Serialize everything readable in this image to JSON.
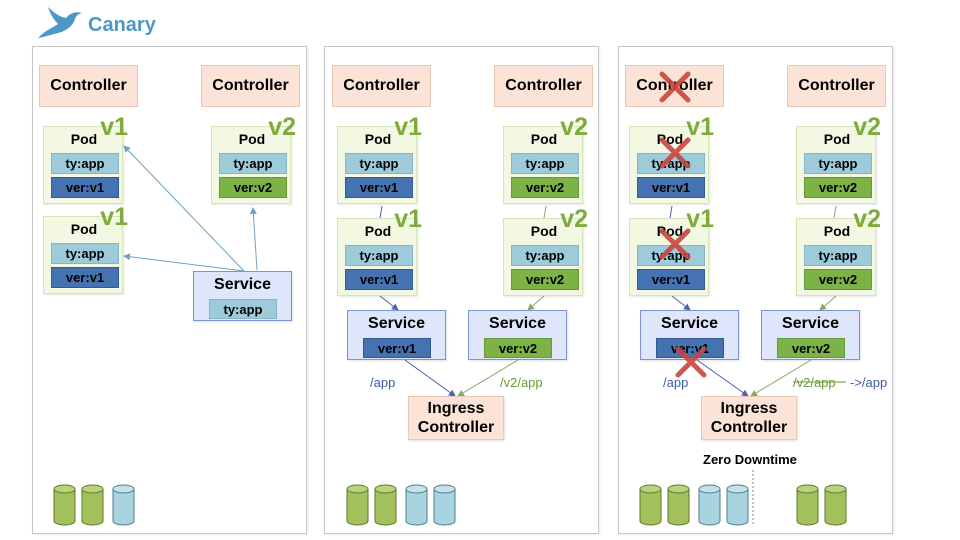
{
  "header": {
    "title": "Canary",
    "logo_icon": "bird-icon"
  },
  "panels": [
    {
      "controllers": [
        "Controller",
        "Controller"
      ],
      "pods": [
        {
          "label": "Pod",
          "version": "v1",
          "labels": [
            "ty:app",
            "ver:v1"
          ]
        },
        {
          "label": "Pod",
          "version": "v1",
          "labels": [
            "ty:app",
            "ver:v1"
          ]
        },
        {
          "label": "Pod",
          "version": "v2",
          "labels": [
            "ty:app",
            "ver:v2"
          ]
        }
      ],
      "service": {
        "title": "Service",
        "selector": "ty:app"
      },
      "databases": [
        "green",
        "green",
        "blue"
      ]
    },
    {
      "controllers": [
        "Controller",
        "Controller"
      ],
      "pods": [
        {
          "label": "Pod",
          "version": "v1",
          "labels": [
            "ty:app",
            "ver:v1"
          ]
        },
        {
          "label": "Pod",
          "version": "v1",
          "labels": [
            "ty:app",
            "ver:v1"
          ]
        },
        {
          "label": "Pod",
          "version": "v2",
          "labels": [
            "ty:app",
            "ver:v2"
          ]
        },
        {
          "label": "Pod",
          "version": "v2",
          "labels": [
            "ty:app",
            "ver:v2"
          ]
        }
      ],
      "services": [
        {
          "title": "Service",
          "selector": "ver:v1"
        },
        {
          "title": "Service",
          "selector": "ver:v2"
        }
      ],
      "ingress": {
        "line1": "Ingress",
        "line2": "Controller"
      },
      "paths": {
        "v1": "/app",
        "v2": "/v2/app"
      },
      "databases": [
        "green",
        "green",
        "blue",
        "blue"
      ]
    },
    {
      "controllers": [
        "Controller",
        "Controller"
      ],
      "pods": [
        {
          "label": "Pod",
          "version": "v1",
          "labels": [
            "ty:app",
            "ver:v1"
          ]
        },
        {
          "label": "Pod",
          "version": "v1",
          "labels": [
            "ty:app",
            "ver:v1"
          ]
        },
        {
          "label": "Pod",
          "version": "v2",
          "labels": [
            "ty:app",
            "ver:v2"
          ]
        },
        {
          "label": "Pod",
          "version": "v2",
          "labels": [
            "ty:app",
            "ver:v2"
          ]
        }
      ],
      "services": [
        {
          "title": "Service",
          "selector": "ver:v1"
        },
        {
          "title": "Service",
          "selector": "ver:v2"
        }
      ],
      "ingress": {
        "line1": "Ingress",
        "line2": "Controller"
      },
      "paths": {
        "v1": "/app",
        "v2_old": "/v2/app",
        "v2_new": "->/app"
      },
      "note": "Zero Downtime",
      "databases_left": [
        "green",
        "green",
        "blue",
        "blue"
      ],
      "databases_right": [
        "green",
        "green"
      ]
    }
  ],
  "colors": {
    "brand": "#4f97c7",
    "label_ty": "#9ecbd9",
    "label_v1": "#4572b0",
    "label_v2": "#7db346",
    "version_tag": "#7fab3c",
    "controller_fill": "#fbe3d7",
    "service_fill": "#dfe6fb",
    "db_green": "#a2c15d",
    "db_blue": "#a9d3de",
    "cross": "#c9463e"
  }
}
